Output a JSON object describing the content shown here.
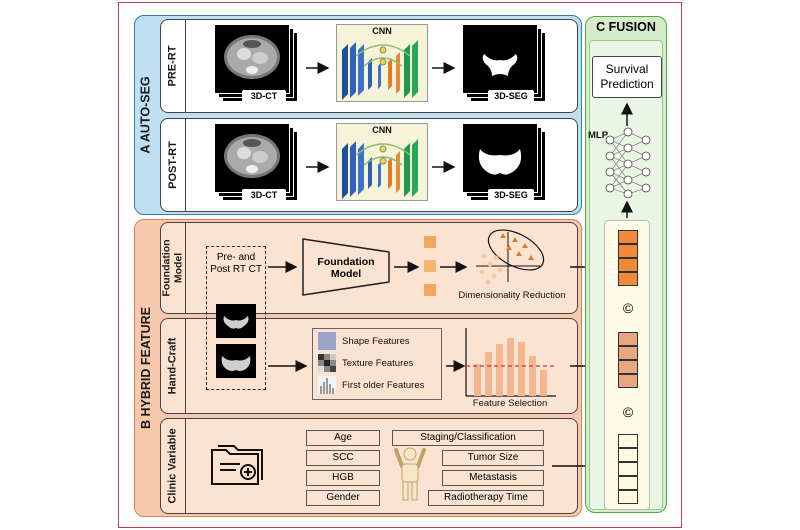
{
  "sections": {
    "auto_seg": {
      "label": "A  AUTO-SEG"
    },
    "hybrid": {
      "label": "B  HYBRID FEATURE"
    },
    "fusion": {
      "label": "C  FUSION"
    }
  },
  "autoseg_rows": [
    {
      "label": "PRE-RT",
      "ct_tag": "3D-CT",
      "cnn_label": "CNN",
      "seg_tag": "3D-SEG"
    },
    {
      "label": "POST-RT",
      "ct_tag": "3D-CT",
      "cnn_label": "CNN",
      "seg_tag": "3D-SEG"
    }
  ],
  "hybrid_rows": {
    "foundation": {
      "label": "Foundation Model",
      "model_label": "Foundation Model",
      "dim_reduction": "Dimensionality Reduction"
    },
    "handcraft": {
      "label": "Hand-Craft",
      "features": [
        "Shape Features",
        "Texture Features",
        "First older Features"
      ],
      "selection": "Feature Selection"
    },
    "clinic": {
      "label": "Clinic Variable",
      "left_vars": [
        "Age",
        "SCC",
        "HGB",
        "Gender"
      ],
      "right_vars": [
        "Staging/Classification",
        "Tumor Size",
        "Metastasis",
        "Radiotherapy Time"
      ]
    }
  },
  "ct_input_label": "Pre- and Post RT CT",
  "fusion": {
    "mlp_label": "MLP",
    "output_label": "Survival Prediction",
    "concat_symbol": "©"
  },
  "colors": {
    "blue_layer": "#2f5aa8",
    "orange_layer": "#e07b2a",
    "green_layer": "#1f9a4b",
    "yellow_layer": "#f0d44a"
  }
}
